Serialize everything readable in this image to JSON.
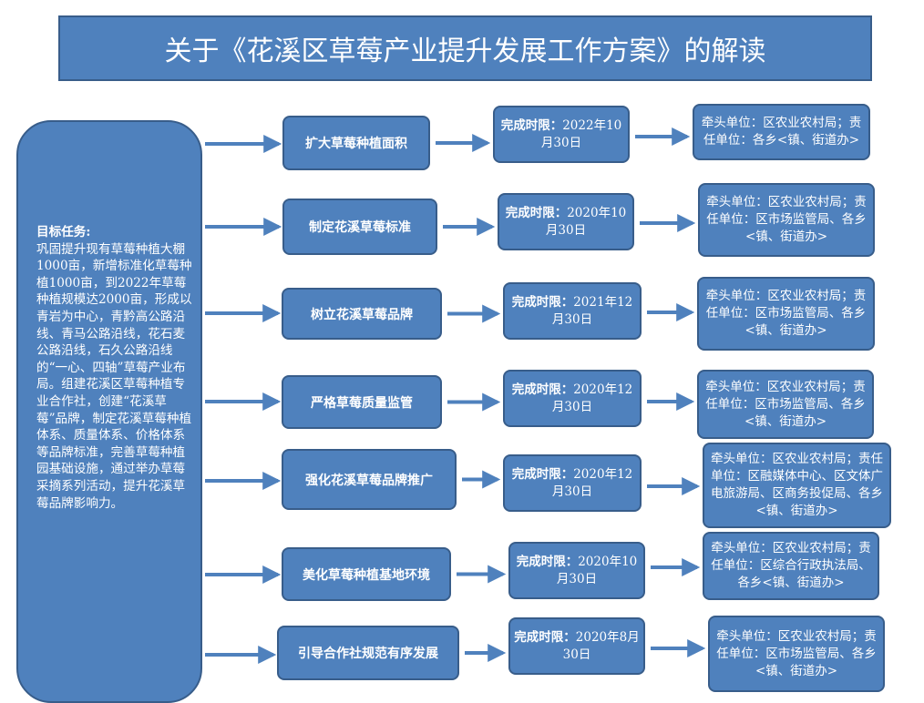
{
  "title": "关于《花溪区草莓产业提升发展工作方案》的解读",
  "goal": {
    "heading": "目标任务:",
    "text": "巩固提升现有草莓种植大棚1000亩，新增标准化草莓种植1000亩，到2022年草莓种植规模达2000亩，形成以青岩为中心，青黔高公路沿线、青马公路沿线，花石麦公路沿线，石久公路沿线的“一心、四轴”草莓产业布局。组建花溪区草莓种植专业合作社，创建“花溪草莓”品牌，制定花溪草莓种植体系、质量体系、价格体系等品牌标准，完善草莓种植园基础设施，通过举办草莓采摘系列活动，提升花溪草莓品牌影响力。"
  },
  "rows": [
    {
      "task": "扩大草莓种植面积",
      "deadline_label": "完成时限：",
      "deadline_value": "2022年10月30日",
      "responsible": "牵头单位：区农业农村局；责任单位：各乡<镇、街道办>"
    },
    {
      "task": "制定花溪草莓标准",
      "deadline_label": "完成时限：",
      "deadline_value": "2020年10月30日",
      "responsible": "牵头单位：区农业农村局；责任单位：区市场监管局、各乡<镇、街道办>"
    },
    {
      "task": "树立花溪草莓品牌",
      "deadline_label": "完成时限：",
      "deadline_value": "2021年12月30日",
      "responsible": "牵头单位：区农业农村局；责任单位：区市场监管局、各乡<镇、街道办>"
    },
    {
      "task": "严格草莓质量监管",
      "deadline_label": "完成时限：",
      "deadline_value": "2020年12月30日",
      "responsible": "牵头单位：区农业农村局；责任单位：区市场监管局、各乡<镇、街道办>"
    },
    {
      "task": "强化花溪草莓品牌推广",
      "deadline_label": "完成时限：",
      "deadline_value": "2020年12月30日",
      "responsible": "牵头单位：区农业农村局；责任单位：区融媒体中心、区文体广电旅游局、区商务投促局、各乡<镇、街道办>"
    },
    {
      "task": "美化草莓种植基地环境",
      "deadline_label": "完成时限：",
      "deadline_value": "2020年10月30日",
      "responsible": "牵头单位：区农业农村局；责任单位：区综合行政执法局、各乡<镇、街道办>"
    },
    {
      "task": "引导合作社规范有序发展",
      "deadline_label": "完成时限：",
      "deadline_value": "2020年8月30日",
      "responsible": "牵头单位：区农业农村局；责任单位：区市场监管局、各乡<镇、街道办>"
    }
  ]
}
